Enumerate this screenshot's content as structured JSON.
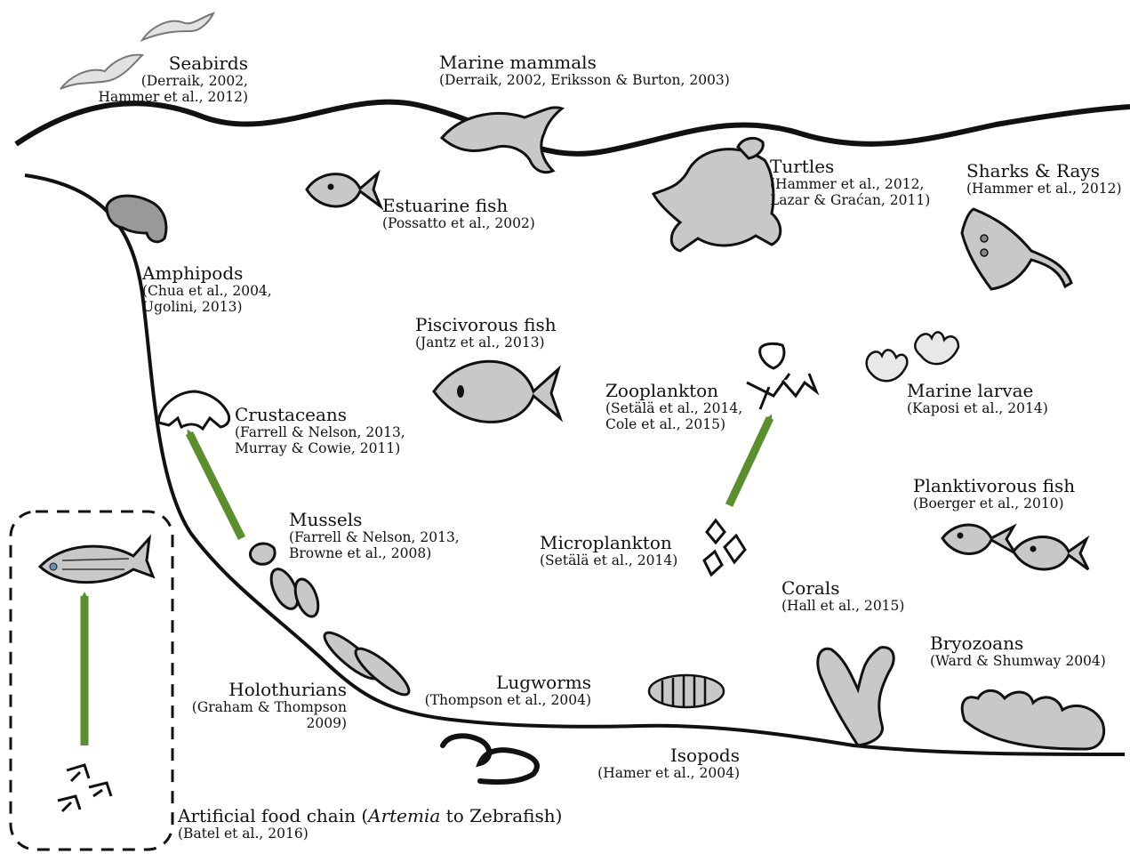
{
  "organisms": [
    {
      "id": "seabirds",
      "name": "Seabirds",
      "refs": [
        "(Derraik, 2002,",
        "Hammer et al., 2012)"
      ]
    },
    {
      "id": "marine-mammals",
      "name": "Marine mammals",
      "refs": [
        "(Derraik, 2002, Eriksson & Burton, 2003)"
      ]
    },
    {
      "id": "estuarine-fish",
      "name": "Estuarine fish",
      "refs": [
        "(Possatto et al., 2002)"
      ]
    },
    {
      "id": "turtles",
      "name": "Turtles",
      "refs": [
        "(Hammer et al., 2012,",
        "Lazar & Graćan, 2011)"
      ]
    },
    {
      "id": "sharks-rays",
      "name": "Sharks & Rays",
      "refs": [
        "(Hammer et al., 2012)"
      ]
    },
    {
      "id": "amphipods",
      "name": "Amphipods",
      "refs": [
        "(Chua et al., 2004,",
        "Ugolini, 2013)"
      ]
    },
    {
      "id": "piscivorous-fish",
      "name": "Piscivorous fish",
      "refs": [
        "(Jantz et al., 2013)"
      ]
    },
    {
      "id": "zooplankton",
      "name": "Zooplankton",
      "refs": [
        "(Setälä et al., 2014,",
        "Cole et al., 2015)"
      ]
    },
    {
      "id": "marine-larvae",
      "name": "Marine larvae",
      "refs": [
        "(Kaposi et al., 2014)"
      ]
    },
    {
      "id": "crustaceans",
      "name": "Crustaceans",
      "refs": [
        "(Farrell & Nelson, 2013,",
        "Murray & Cowie, 2011)"
      ]
    },
    {
      "id": "planktivorous-fish",
      "name": "Planktivorous fish",
      "refs": [
        "(Boerger et al., 2010)"
      ]
    },
    {
      "id": "mussels",
      "name": "Mussels",
      "refs": [
        "(Farrell & Nelson, 2013,",
        "Browne et al., 2008)"
      ]
    },
    {
      "id": "microplankton",
      "name": "Microplankton",
      "refs": [
        "(Setälä et al., 2014)"
      ]
    },
    {
      "id": "corals",
      "name": "Corals",
      "refs": [
        "(Hall et al., 2015)"
      ]
    },
    {
      "id": "bryozoans",
      "name": "Bryozoans",
      "refs": [
        "(Ward & Shumway 2004)"
      ]
    },
    {
      "id": "lugworms",
      "name": "Lugworms",
      "refs": [
        "(Thompson et al., 2004)"
      ]
    },
    {
      "id": "holothurians",
      "name": "Holothurians",
      "refs": [
        "(Graham & Thompson",
        "2009)"
      ]
    },
    {
      "id": "isopods",
      "name": "Isopods",
      "refs": [
        "(Hamer et al., 2004)"
      ]
    }
  ],
  "artificial_chain": {
    "prefix": "Artificial food chain (",
    "italic": "Artemia",
    "suffix": " to Zebrafish)",
    "ref": "(Batel et al., 2016)"
  },
  "colors": {
    "fill": "#c8c8c8",
    "stroke": "#111111",
    "arrow": "#5b8f2d",
    "bird": "#e2e2e2"
  }
}
